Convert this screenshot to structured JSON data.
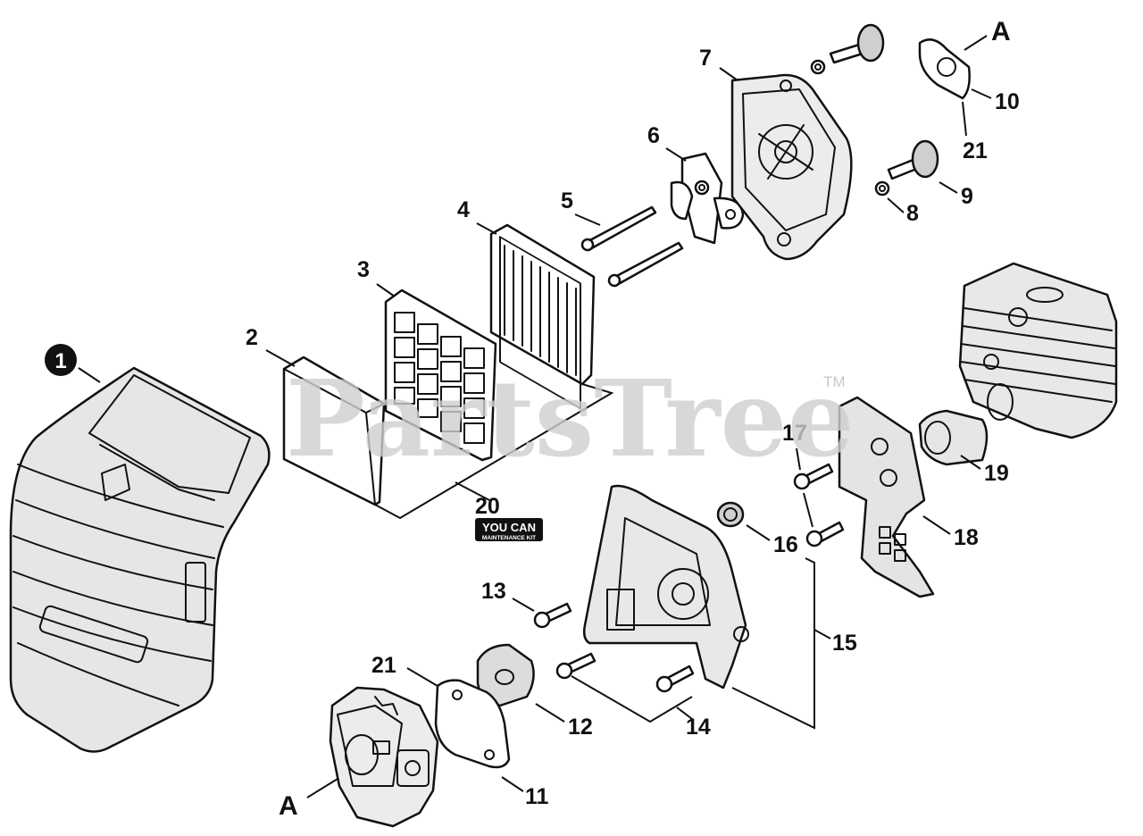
{
  "watermark": {
    "brand": "PartsTree",
    "trademark": "TM"
  },
  "badge": {
    "line1": "YOU CAN",
    "line2": "MAINTENANCE KIT"
  },
  "callouts": {
    "c1": "1",
    "c2": "2",
    "c3": "3",
    "c4": "4",
    "c5": "5",
    "c6": "6",
    "c7": "7",
    "c8": "8",
    "c9": "9",
    "c10": "10",
    "c11": "11",
    "c12": "12",
    "c13": "13",
    "c14": "14",
    "c15": "15",
    "c16": "16",
    "c17": "17",
    "c18": "18",
    "c19": "19",
    "c20": "20",
    "c21_top": "21",
    "c21_bottom": "21",
    "a_top": "A",
    "a_bottom": "A"
  },
  "colors": {
    "ink": "#111111",
    "watermark": "#cfcfcf",
    "background": "#ffffff"
  }
}
